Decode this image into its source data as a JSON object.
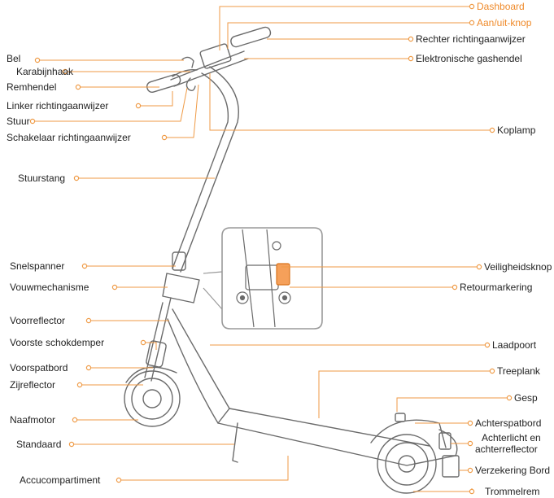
{
  "colors": {
    "leader": "#ef9a45",
    "accent_text": "#ef8a2a",
    "drawing": "#6b6b6b",
    "text": "#222222"
  },
  "labels": {
    "dashboard": "Dashboard",
    "aan_uit_knop": "Aan/uit-knop",
    "rechter_richtingaanwijzer": "Rechter richtingaanwijzer",
    "elektronische_gashendel": "Elektronische gashendel",
    "bel": "Bel",
    "karabijnhaak": "Karabijnhaak",
    "remhendel": "Remhendel",
    "linker_richtingaanwijzer": "Linker richtingaanwijzer",
    "stuur": "Stuur",
    "schakelaar_richtingaanwijzer": "Schakelaar richtingaanwijzer",
    "koplamp": "Koplamp",
    "stuurstang": "Stuurstang",
    "snelspanner": "Snelspanner",
    "vouwmechanisme": "Vouwmechanisme",
    "veiligheidsknop": "Veiligheidsknop",
    "retourmarkering": "Retourmarkering",
    "voorreflector": "Voorreflector",
    "voorste_schokdemper": "Voorste schokdemper",
    "laadpoort": "Laadpoort",
    "voorspatbord": "Voorspatbord",
    "treeplank": "Treeplank",
    "zijreflector": "Zijreflector",
    "gesp": "Gesp",
    "naafmotor": "Naafmotor",
    "achterspatbord": "Achterspatbord",
    "achterlicht_line1": "Achterlicht en",
    "achterlicht_line2": "achterreflector",
    "standaard": "Standaard",
    "verzekering_bord": "Verzekering Bord",
    "accucompartiment": "Accucompartiment",
    "trommelrem": "Trommelrem"
  }
}
